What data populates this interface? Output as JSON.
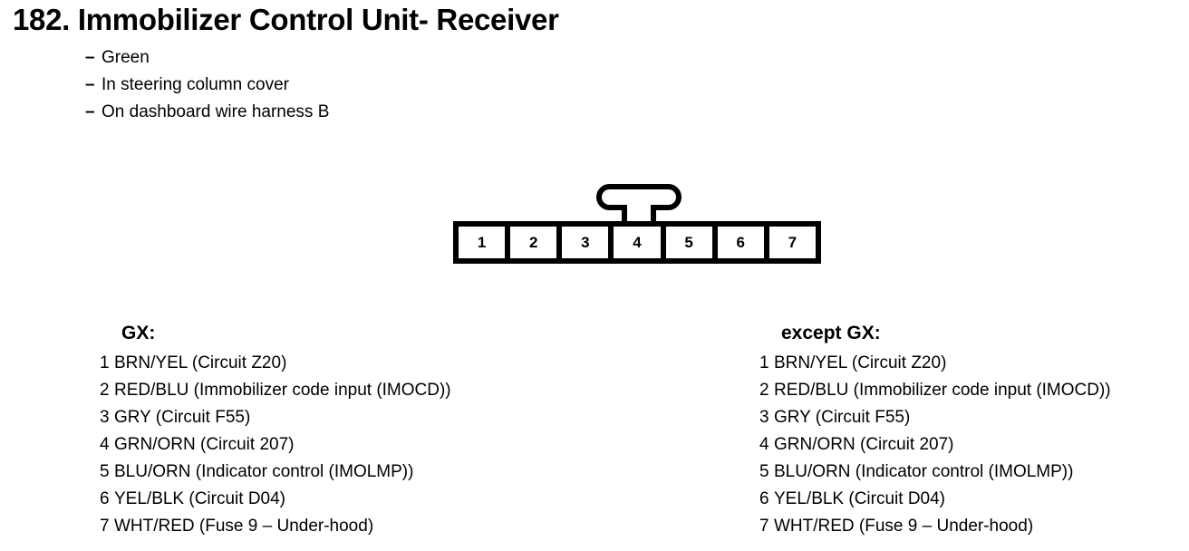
{
  "page": {
    "title": "182. Immobilizer Control Unit- Receiver",
    "notes": [
      {
        "dash": "–",
        "text": "Green"
      },
      {
        "dash": "–",
        "text": "In steering column cover"
      },
      {
        "dash": "–",
        "text": "On dashboard wire harness B"
      }
    ]
  },
  "connector": {
    "pin_count": 7,
    "pins": [
      "1",
      "2",
      "3",
      "4",
      "5",
      "6",
      "7"
    ],
    "latch": "locking-tab"
  },
  "legends": [
    {
      "heading": "GX:",
      "rows": [
        {
          "pin": "1",
          "label": "BRN/YEL (Circuit Z20)"
        },
        {
          "pin": "2",
          "label": "RED/BLU (Immobilizer code input (IMOCD))"
        },
        {
          "pin": "3",
          "label": "GRY (Circuit F55)"
        },
        {
          "pin": "4",
          "label": "GRN/ORN (Circuit 207)"
        },
        {
          "pin": "5",
          "label": "BLU/ORN (Indicator control (IMOLMP))"
        },
        {
          "pin": "6",
          "label": "YEL/BLK (Circuit D04)"
        },
        {
          "pin": "7",
          "label": "WHT/RED (Fuse 9 – Under-hood)"
        }
      ]
    },
    {
      "heading": "except GX:",
      "rows": [
        {
          "pin": "1",
          "label": "BRN/YEL (Circuit Z20)"
        },
        {
          "pin": "2",
          "label": "RED/BLU (Immobilizer code input (IMOCD))"
        },
        {
          "pin": "3",
          "label": "GRY (Circuit F55)"
        },
        {
          "pin": "4",
          "label": "GRN/ORN (Circuit 207)"
        },
        {
          "pin": "5",
          "label": "BLU/ORN (Indicator control (IMOLMP))"
        },
        {
          "pin": "6",
          "label": "YEL/BLK (Circuit D04)"
        },
        {
          "pin": "7",
          "label": "WHT/RED (Fuse 9 – Under-hood)"
        }
      ]
    }
  ],
  "colors": {
    "ink": "#000000",
    "paper": "#ffffff"
  }
}
